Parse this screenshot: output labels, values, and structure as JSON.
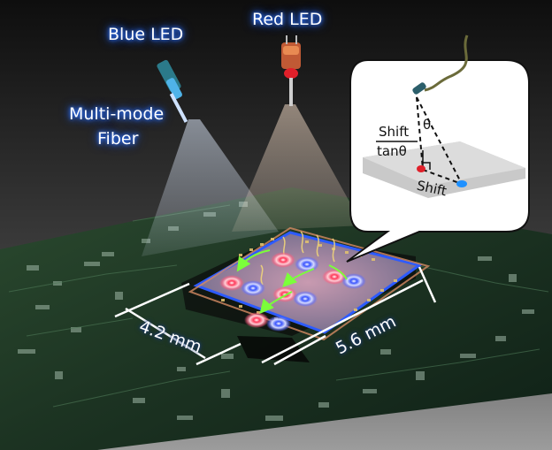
{
  "labels": {
    "blue_led": "Blue LED",
    "red_led": "Red LED",
    "fiber_line1": "Multi-mode",
    "fiber_line2": "Fiber",
    "dim_width": "4.2 mm",
    "dim_length": "5.6 mm"
  },
  "inset": {
    "numerator": "Shift",
    "denominator": "tanθ",
    "theta": "θ",
    "shift": "Shift"
  },
  "colors": {
    "blue_glow": "#2f74ff",
    "red_led": "#e0202a",
    "blue_led": "#1e90ff",
    "pcb_green": "#1f3a24",
    "chip_border": "#2d5bff"
  }
}
